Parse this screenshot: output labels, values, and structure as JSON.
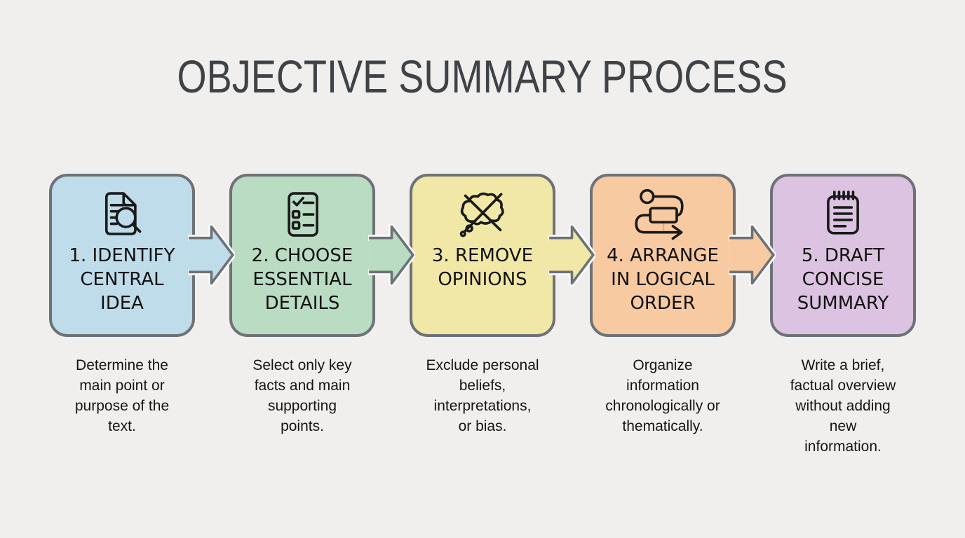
{
  "title": "OBJECTIVE SUMMARY PROCESS",
  "title_color": "#3f4347",
  "background_color": "#f0efee",
  "box_border_color": "#6d7277",
  "text_color": "#151515",
  "steps": [
    {
      "label": "1. IDENTIFY\nCENTRAL\nIDEA",
      "description": "Determine the\nmain point or\npurpose of the\ntext.",
      "icon": "document-search-icon",
      "color": "#bedcea"
    },
    {
      "label": "2. CHOOSE\nESSENTIAL\nDETAILS",
      "description": "Select only key\nfacts and main\nsupporting\npoints.",
      "icon": "checklist-icon",
      "color": "#b9dcc3"
    },
    {
      "label": "3. REMOVE\nOPINIONS",
      "description": "Exclude personal\nbeliefs,\ninterpretations,\nor bias.",
      "icon": "crossed-out-thought-bubble-icon",
      "color": "#f1e7a6"
    },
    {
      "label": "4. ARRANGE\nIN LOGICAL\nORDER",
      "description": "Organize\ninformation\nchronologically or\nthematically.",
      "icon": "sequence-flow-icon",
      "color": "#f7caa1"
    },
    {
      "label": "5. DRAFT\nCONCISE\nSUMMARY",
      "description": "Write a brief,\nfactual overview\nwithout adding\nnew\ninformation.",
      "icon": "notepad-icon",
      "color": "#dcc3e1"
    }
  ]
}
